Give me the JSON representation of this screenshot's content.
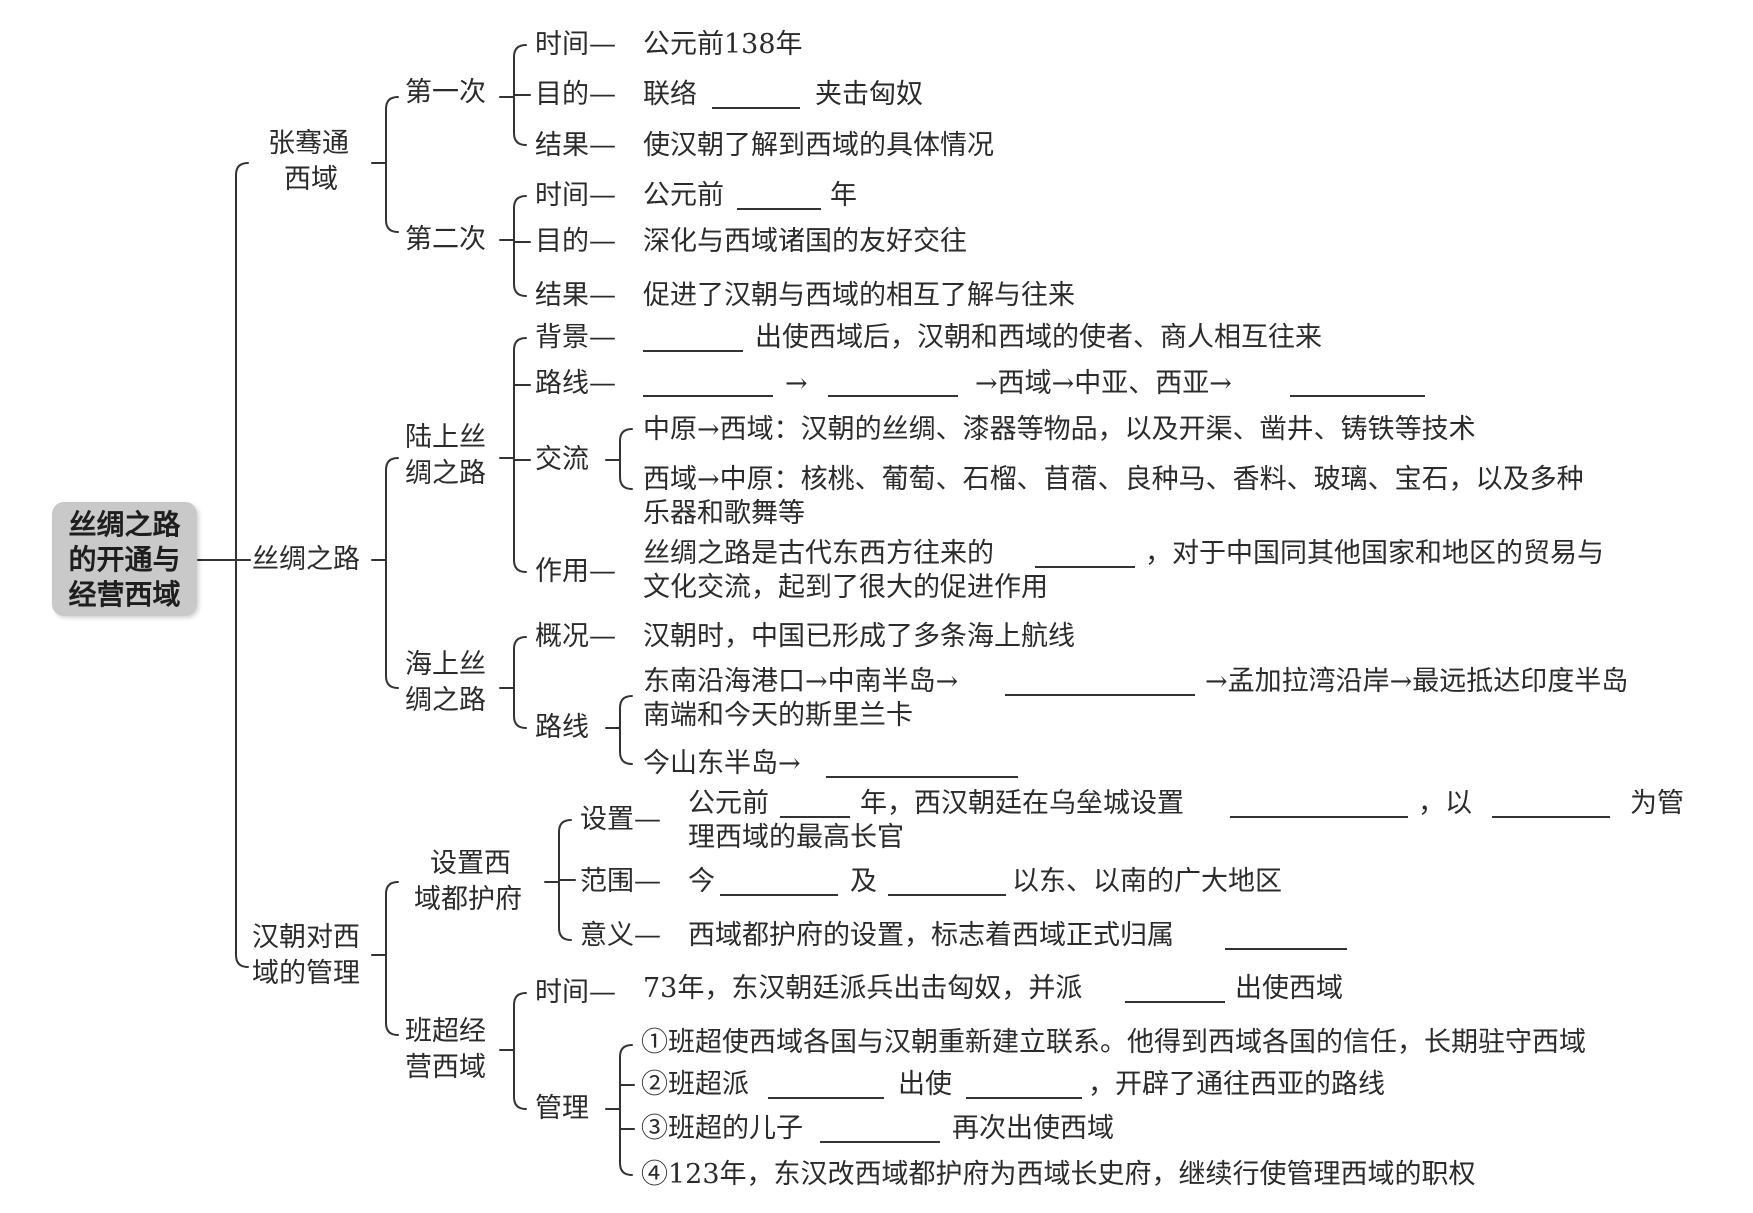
{
  "root": {
    "label_lines": [
      "丝绸之路",
      "的开通与",
      "经营西域"
    ],
    "fill_color": "#c9c9c9"
  },
  "zhangqian": {
    "label_lines": [
      "张骞通",
      "西域"
    ],
    "first": {
      "label": "第一次",
      "time_label": "时间—",
      "time_text": "公元前138年",
      "purpose_label": "目的—",
      "purpose_before": "联络",
      "purpose_after": "夹击匈奴",
      "result_label": "结果—",
      "result_text": "使汉朝了解到西域的具体情况"
    },
    "second": {
      "label": "第二次",
      "time_label": "时间—",
      "time_before": "公元前",
      "time_after": "年",
      "purpose_label": "目的—",
      "purpose_text": "深化与西域诸国的友好交往",
      "result_label": "结果—",
      "result_text": "促进了汉朝与西域的相互了解与往来"
    }
  },
  "silkroad": {
    "label": "丝绸之路",
    "land": {
      "label_lines": [
        "陆上丝",
        "绸之路"
      ],
      "background_label": "背景—",
      "background_text": "出使西域后，汉朝和西域的使者、商人相互往来",
      "route_label": "路线—",
      "route_arrow": "→",
      "route_middle": "→西域→中亚、西亚→",
      "exchange_label": "交流",
      "exchange_line1": "中原→西域：汉朝的丝绸、漆器等物品，以及开渠、凿井、铸铁等技术",
      "exchange_line2": "西域→中原：核桃、葡萄、石榴、苜蓿、良种马、香料、玻璃、宝石，以及多种",
      "exchange_line3": "乐器和歌舞等",
      "effect_label": "作用—",
      "effect_line1_before": "丝绸之路是古代东西方往来的",
      "effect_line1_after": "，对于中国同其他国家和地区的贸易与",
      "effect_line2": "文化交流，起到了很大的促进作用"
    },
    "sea": {
      "label_lines": [
        "海上丝",
        "绸之路"
      ],
      "overview_label": "概况—",
      "overview_text": "汉朝时，中国已形成了多条海上航线",
      "route_label": "路线",
      "route1_before": "东南沿海港口→中南半岛→",
      "route1_after": "→孟加拉湾沿岸→最远抵达印度半岛",
      "route1_line2": "南端和今天的斯里兰卡",
      "route2_before": "今山东半岛→"
    }
  },
  "management": {
    "label_lines": [
      "汉朝对西",
      "域的管理"
    ],
    "protectorate": {
      "label_lines": [
        "设置西",
        "域都护府"
      ],
      "setup_label": "设置—",
      "setup_t1": "公元前",
      "setup_t2": "年，西汉朝廷在乌垒城设置",
      "setup_t3": "，以",
      "setup_t4": "为管",
      "setup_line2": "理西域的最高长官",
      "scope_label": "范围—",
      "scope_t1": "今",
      "scope_t2": "及",
      "scope_t3": "以东、以南的广大地区",
      "meaning_label": "意义—",
      "meaning_text": "西域都护府的设置，标志着西域正式归属"
    },
    "banchao": {
      "label_lines": [
        "班超经",
        "营西域"
      ],
      "time_label": "时间—",
      "time_before": "73年，东汉朝廷派兵出击匈奴，并派",
      "time_after": "出使西域",
      "manage_label": "管理",
      "item1": "①班超使西域各国与汉朝重新建立联系。他得到西域各国的信任，长期驻守西域",
      "item2_t1": "②班超派",
      "item2_t2": "出使",
      "item2_t3": "，开辟了通往西亚的路线",
      "item3_t1": "③班超的儿子",
      "item3_t2": "再次出使西域",
      "item4": "④123年，东汉改西域都护府为西域长史府，继续行使管理西域的职权"
    }
  }
}
